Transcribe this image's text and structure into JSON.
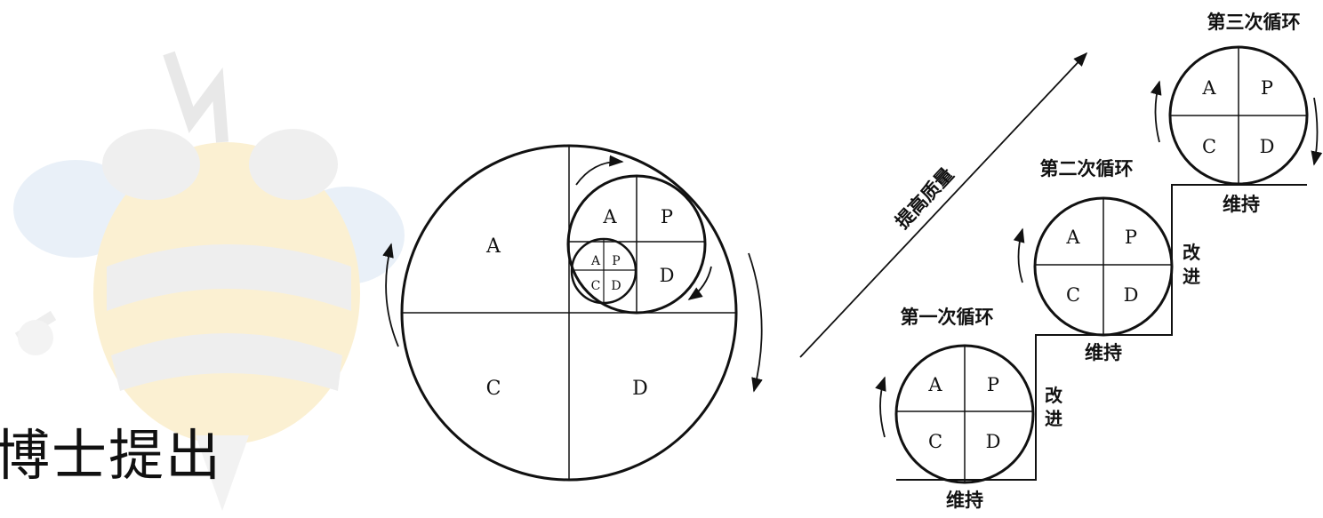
{
  "caption": "博士提出",
  "spiral": {
    "big": [
      "A",
      "C",
      "D"
    ],
    "medium": [
      "A",
      "P",
      "D"
    ],
    "small": [
      "A",
      "P",
      "C",
      "D"
    ]
  },
  "improve_label": "提高质量",
  "cycles": [
    {
      "title": "第一次循环",
      "quadrants": [
        "A",
        "P",
        "C",
        "D"
      ],
      "base": "维持",
      "step": "改进"
    },
    {
      "title": "第二次循环",
      "quadrants": [
        "A",
        "P",
        "C",
        "D"
      ],
      "base": "维持",
      "step": "改进"
    },
    {
      "title": "第三次循环",
      "quadrants": [
        "A",
        "P",
        "C",
        "D"
      ],
      "base": "维持"
    }
  ],
  "colors": {
    "line": "#111111",
    "watermark_yellow": "#fbeecb",
    "watermark_blue": "#e6eef7",
    "watermark_gray": "#ececec"
  }
}
